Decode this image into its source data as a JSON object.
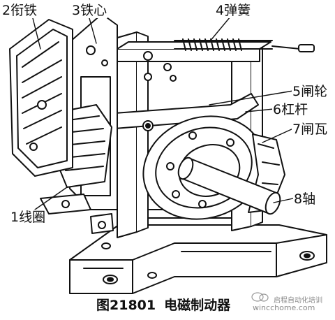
{
  "labels": {
    "armature": "2衔铁",
    "core": "3铁心",
    "spring": "4弹簧",
    "brake_wheel": "5闸轮",
    "lever": "6杠杆",
    "brake_shoe": "7闸瓦",
    "shaft": "8轴",
    "coil": "1线圈"
  },
  "caption": {
    "figure_number": "图21801",
    "title": "电磁制动器"
  },
  "watermark": {
    "line1": "启程自动化培训",
    "line2": "wincchome.com"
  }
}
